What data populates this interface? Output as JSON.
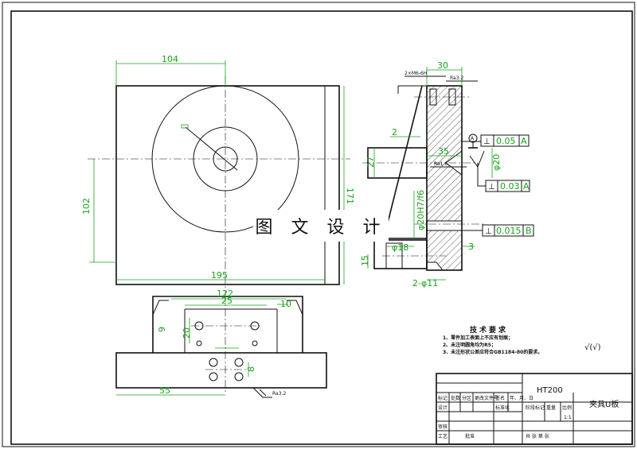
{
  "watermark": "图 文 设 计",
  "top_view": {
    "dim_width_top": "104",
    "dim_height_right": "171",
    "dim_height_left": "102",
    "dim_width_bottom": "195"
  },
  "bottom_view": {
    "dim_122": "122",
    "dim_25": "25",
    "dim_10": "10",
    "dim_9": "9",
    "dim_20": "20",
    "dim_8": "8",
    "dim_55": "55",
    "roughness": "Ra3.2"
  },
  "section_view": {
    "dim_30": "30",
    "dim_2": "2",
    "dim_27": "27",
    "dim_35": "35",
    "dim_phi20": "φ20",
    "dim_h7": "φ20H7/f6",
    "dim_phi18": "φ18",
    "dim_15": "15",
    "dim_3": "3",
    "dim_hole": "2-φ11",
    "thread": "2×M6-6H",
    "ra_a": "Ra1.6",
    "ra_b": "Ra3.2",
    "datum_a": "A",
    "tolerances": [
      {
        "symbol": "⊥",
        "value": "0.05",
        "datum": "A"
      },
      {
        "symbol": "⊥",
        "value": "0.03",
        "datum": "A"
      },
      {
        "symbol": "⊥",
        "value": "0.015",
        "datum": "B"
      }
    ]
  },
  "tech_requirements": {
    "title": "技术要求",
    "items": [
      "1、零件加工表面上不应有划痕；",
      "2、未注明圆角均为R5；",
      "3、未注形状公差应符合GB1184-80的要求。"
    ]
  },
  "roughness_symbol": "√(√)",
  "title_block": {
    "material": "HT200",
    "part_name": "夹具U板",
    "scale": "1:1",
    "labels": [
      "标记",
      "处数",
      "分区",
      "更改文件号",
      "签名",
      "年、月、日",
      "设计",
      "标准化",
      "阶段标记",
      "重量",
      "比例",
      "审核",
      "工艺",
      "批准",
      "共 张 第 张"
    ]
  }
}
